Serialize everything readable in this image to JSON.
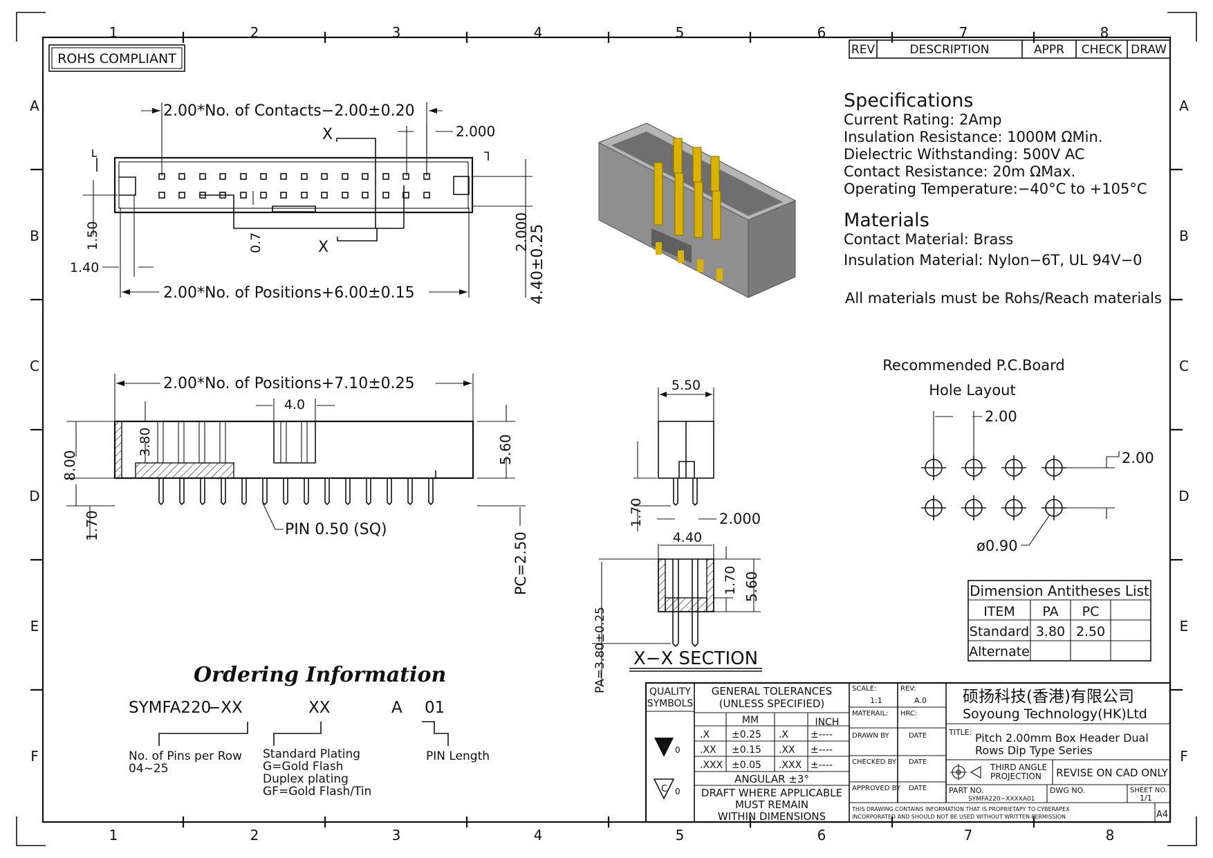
{
  "zones": {
    "columns": [
      "1",
      "2",
      "3",
      "4",
      "5",
      "6",
      "7",
      "8"
    ],
    "rows": [
      "A",
      "B",
      "C",
      "D",
      "E",
      "F"
    ]
  },
  "rohs": "ROHS COMPLIANT",
  "revision_table": {
    "rev": "REV",
    "description": "DESCRIPTION",
    "appr": "APPR",
    "check": "CHECK",
    "draw": "DRAW"
  },
  "top_view": {
    "dim_top": "2.00*No. of Contacts−2.00±0.20",
    "dim_2000": "2.000",
    "section_mark_top": "X",
    "section_mark_bottom": "X",
    "dim_150": "1.50",
    "dim_07": "0.7",
    "dim_140": "1.40",
    "dim_bottom": "2.00*No. of Positions+6.00±0.15",
    "dim_2000_vert": "2.000",
    "dim_440": "4.40±0.25"
  },
  "specifications": {
    "title": "Specifications",
    "lines": [
      "Current  Rating:    2Amp",
      "Insulation  Resistance:  1000M ΩMin.",
      "Dielectric  Withstanding:    500V  AC",
      "Contact  Resistance:    20m ΩMax.",
      "Operating  Temperature:−40°C  to  +105°C"
    ]
  },
  "materials": {
    "title": "Materials",
    "lines": [
      "Contact  Material:  Brass",
      "Insulation  Material:  Nylon−6T, UL  94V−0"
    ],
    "note": "All  materials  must  be  Rohs/Reach  materials"
  },
  "side_view": {
    "dim_top": "2.00*No. of Positions+7.10±0.25",
    "dim_40": "4.0",
    "dim_800": "8.00",
    "dim_380": "3.80",
    "dim_560": "5.60",
    "dim_170": "1.70",
    "pin_label": "PIN  0.50  (SQ)",
    "pc_label": "PC=2.50"
  },
  "end_view": {
    "dim_550": "5.50",
    "dim_170": "1.70",
    "dim_2000": "2.000"
  },
  "section_view": {
    "dim_440": "4.40",
    "dim_170": "1.70",
    "dim_560": "5.60",
    "pa_label": "PA=3.80±0.25",
    "title": "X−X  SECTION"
  },
  "pcb_layout": {
    "title_1": "Recommended  P.C.Board",
    "title_2": "Hole  Layout",
    "dim_h": "2.00",
    "dim_v": "2.00",
    "hole": "ø0.90"
  },
  "antitheses": {
    "title": "Dimension  Antitheses  List",
    "headers": [
      "ITEM",
      "PA",
      "PC"
    ],
    "rows": [
      [
        "Standard",
        "3.80",
        "2.50"
      ],
      [
        "Alternate",
        "",
        ""
      ]
    ]
  },
  "ordering": {
    "title": "Ordering Information",
    "code": [
      "SYMFA220",
      "−XX",
      "XX",
      "A",
      "01"
    ],
    "pins_1": "No.  of  Pins  per  Row",
    "pins_2": "04~25",
    "plating_1": "Standard  Plating",
    "plating_2": "G=Gold  Flash",
    "plating_3": "Duplex  plating",
    "plating_4": "GF=Gold  Flash/Tin",
    "pin_length": "PIN  Length"
  },
  "title_block": {
    "quality": "QUALITY",
    "symbols": "SYMBOLS",
    "gen_tol": "GENERAL  TOLERANCES",
    "unless": "(UNLESS  SPECIFIED)",
    "mm": "MM",
    "inch": "INCH",
    "tol_rows": [
      [
        ".X",
        "±0.25",
        ".X",
        "±----"
      ],
      [
        ".XX",
        "±0.15",
        ".XX",
        "±----"
      ],
      [
        ".XXX",
        "±0.05",
        ".XXX",
        "±----"
      ]
    ],
    "angular": "ANGULAR  ±3°",
    "draft_1": "DRAFT  WHERE  APPLICABLE",
    "draft_2": "MUST  REMAIN",
    "draft_3": "WITHIN  DIMENSIONS",
    "sym_val_1": "0",
    "sym_val_2": "0",
    "sym_c": "C",
    "scale_label": "SCALE:",
    "scale": "1:1",
    "rev_label": "REV:",
    "rev": "A.0",
    "material_label": "MATERAIL:",
    "hrc_label": "HRC:",
    "drawn_by": "DRAWN  BY",
    "checked_by": "CHECKED  BY",
    "approved_by": "APPROVED  BY",
    "date": "DATE",
    "company_cn": "硕扬科技(香港)有限公司",
    "company_en": "Soyoung  Technology(HK)Ltd",
    "title_label": "TITLE:",
    "title_1": "Pitch  2.00mm  Box  Header  Dual",
    "title_2": "Rows  Dip  Type  Series",
    "projection_1": "THIRD  ANGLE",
    "projection_2": "PROJECTION",
    "revise": "REVISE  ON  CAD  ONLY",
    "part_no_label": "PART  NO.",
    "part_no": "SYMFA220−XXXXA01",
    "dwg_no_label": "DWG  NO.",
    "sheet_label": "SHEET  NO.",
    "sheet": "1/1",
    "note_1": "THIS  DRAWING  CONTAINS  INFORMATION  THAT  IS  PROPRIETAPY  TO  CYBERAPEX",
    "note_2": "INCORPORATED  AND  SHOULD  NOT  BE  USED  WITHOUT  WRITTEN  PERMISSION",
    "size": "A4"
  },
  "colors": {
    "line": "#111111",
    "body": "#8a8a8a",
    "gold": "#d9b300"
  }
}
